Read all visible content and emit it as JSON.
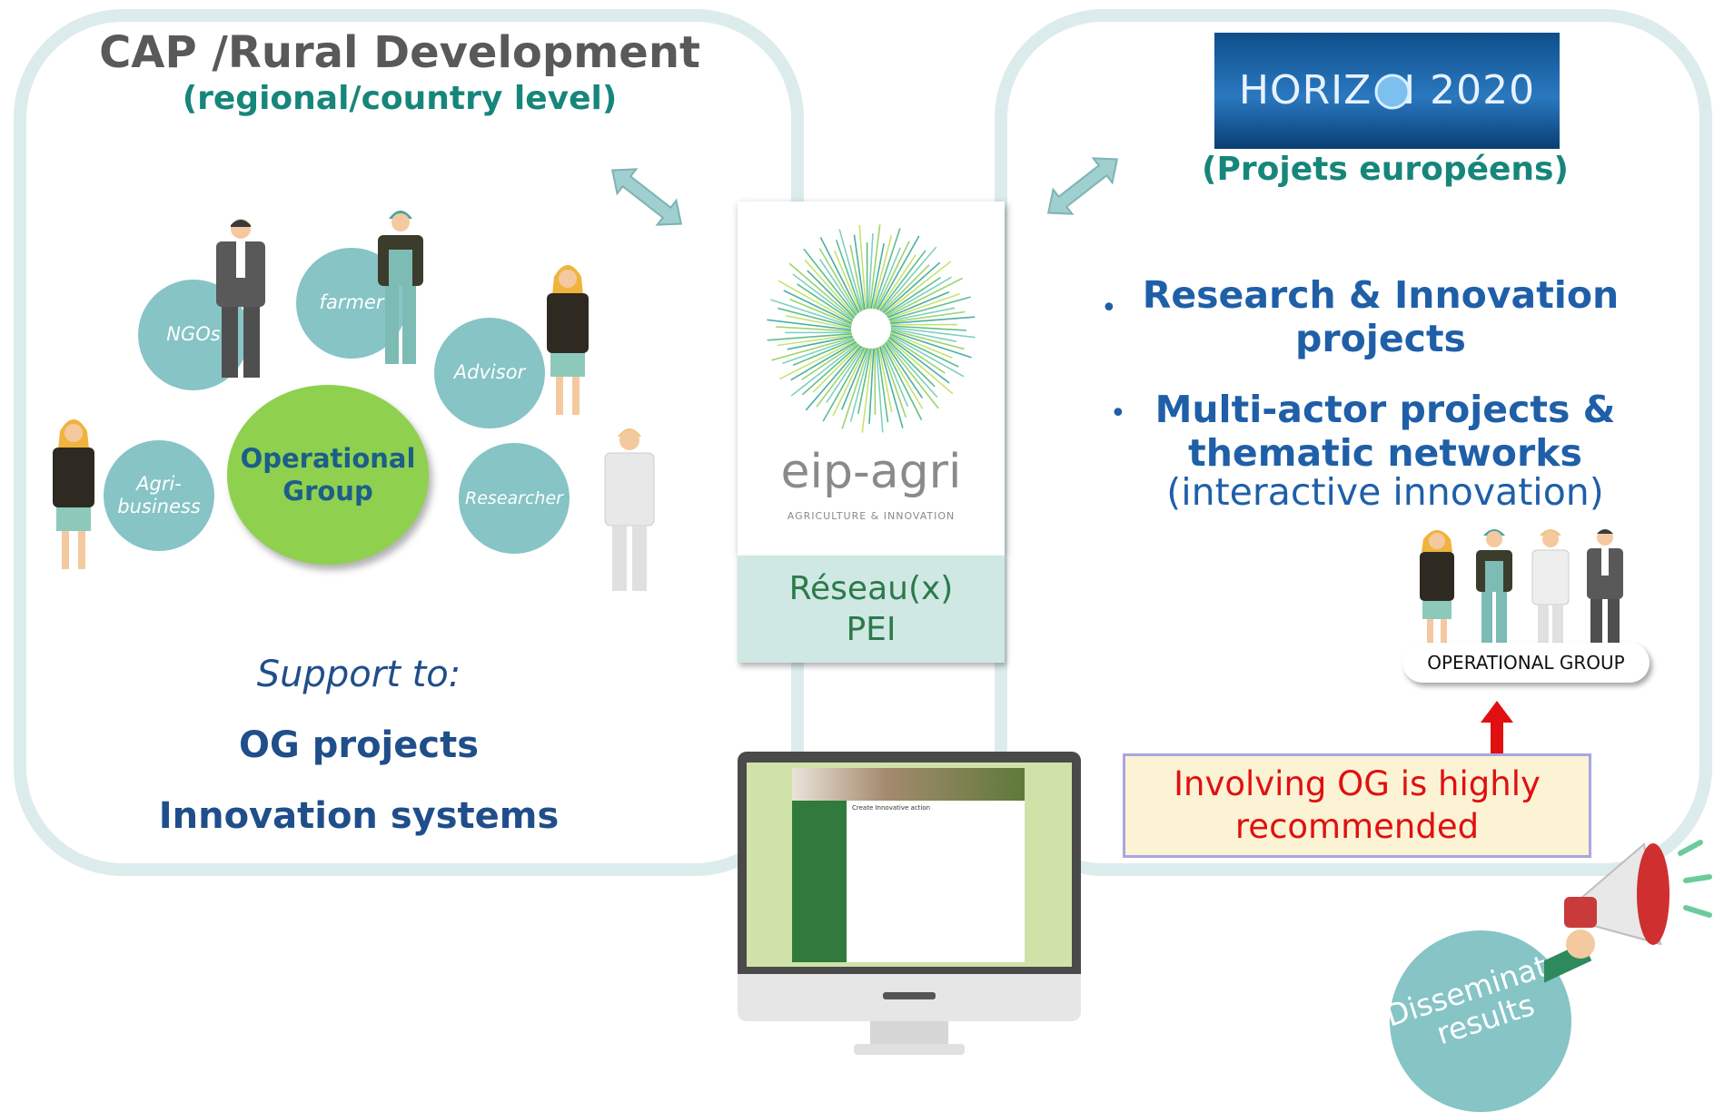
{
  "left": {
    "title": "CAP /Rural Development",
    "subtitle": "(regional/country level)",
    "bubbles": [
      "NGOs",
      "farmer",
      "Advisor",
      "Agri-\nbusiness",
      "Researcher"
    ],
    "center": "Operational\nGroup",
    "support_label": "Support to:",
    "support_items": [
      "OG projects",
      "Innovation systems"
    ]
  },
  "center": {
    "logo_text": "eip-agri",
    "logo_tagline": "AGRICULTURE & INNOVATION",
    "network_line1": "Réseau(x)",
    "network_line2": "PEI",
    "screen_heading": "Create Innovative action"
  },
  "right": {
    "banner": "HORIZ N 2020",
    "subtitle": "(Projets européens)",
    "bullet1": "Research & Innovation\nprojects",
    "bullet2": "Multi-actor projects &\nthematic networks",
    "bullet2_sub": "(interactive innovation)",
    "og_label": "OPERATIONAL GROUP",
    "note": "Involving OG is highly\nrecommended",
    "disseminate": "Disseminate\nresults"
  },
  "colors": {
    "panel_border": "#dcecec",
    "bubble": "#86c4c6",
    "og_green": "#8fd04e",
    "dark_blue": "#1f5fa8",
    "teal_text": "#17867a",
    "red": "#e01010"
  }
}
